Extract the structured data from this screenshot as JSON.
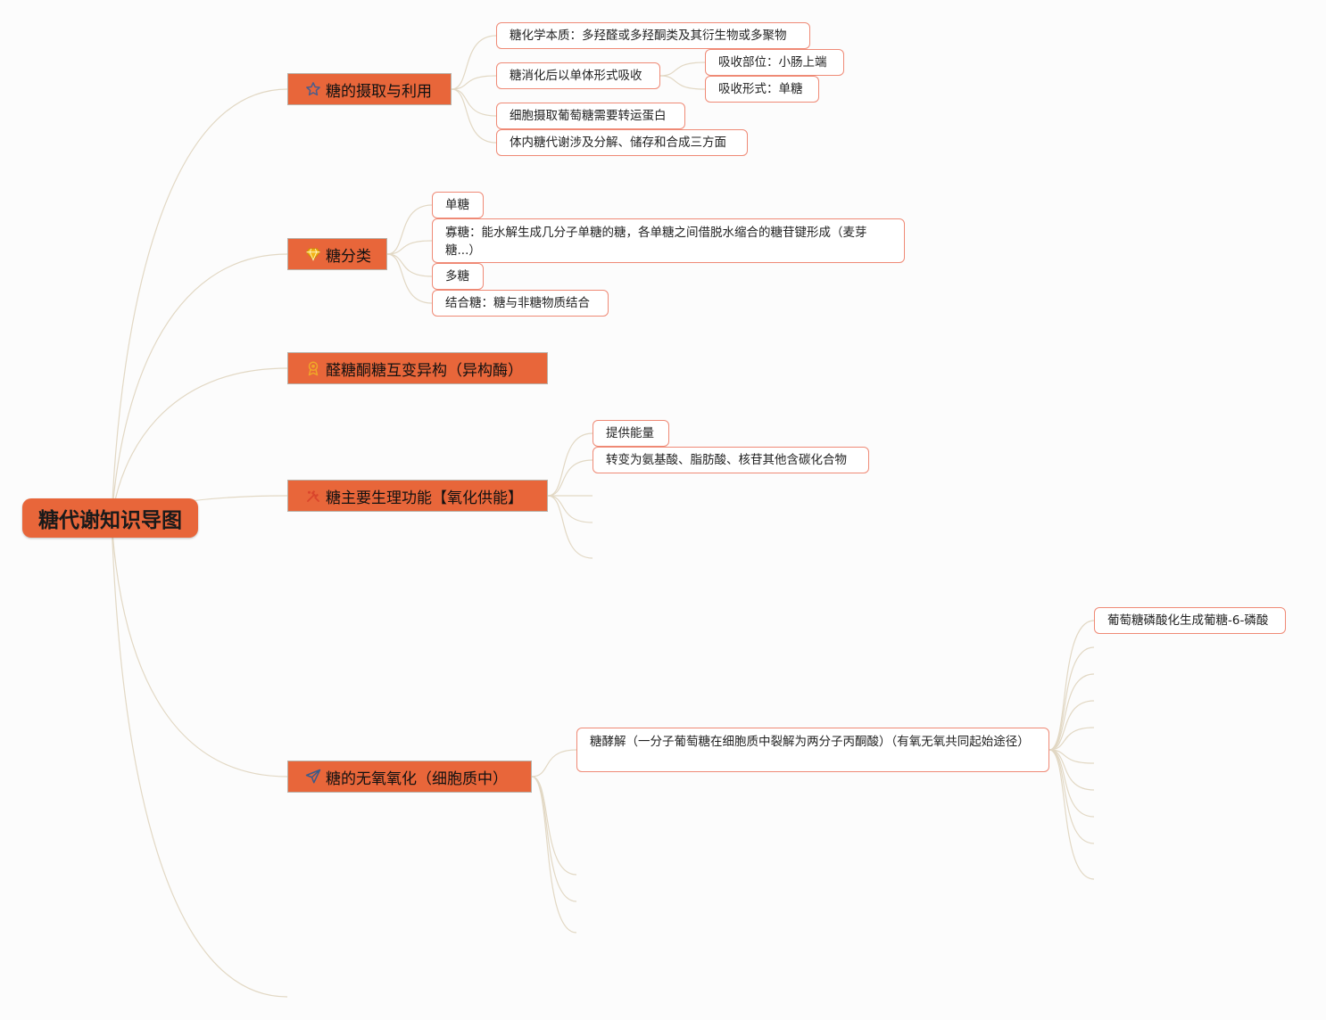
{
  "root": {
    "label": "糖代谢知识导图"
  },
  "branches": [
    {
      "label": "糖的摄取与利用",
      "icon": "star-icon",
      "children": [
        {
          "label": "糖化学本质：多羟醛或多羟酮类及其衍生物或多聚物"
        },
        {
          "label": "糖消化后以单体形式吸收",
          "children": [
            {
              "label": "吸收部位：小肠上端"
            },
            {
              "label": "吸收形式：单糖"
            }
          ]
        },
        {
          "label": "细胞摄取葡萄糖需要转运蛋白"
        },
        {
          "label": "体内糖代谢涉及分解、储存和合成三方面"
        }
      ]
    },
    {
      "label": "糖分类",
      "icon": "diamond-icon",
      "children": [
        {
          "label": "单糖"
        },
        {
          "label": "寡糖：能水解生成几分子单糖的糖，各单糖之间借脱水缩合的糖苷键形成（麦芽糖...）"
        },
        {
          "label": "多糖"
        },
        {
          "label": "结合糖：糖与非糖物质结合"
        }
      ]
    },
    {
      "label": "醛糖酮糖互变异构（异构酶）",
      "icon": "award-icon",
      "children": []
    },
    {
      "label": "糖主要生理功能【氧化供能】",
      "icon": "tools-icon",
      "children": [
        {
          "label": "提供能量"
        },
        {
          "label": "转变为氨基酸、脂肪酸、核苷其他含碳化合物"
        }
      ]
    },
    {
      "label": "糖的无氧氧化（细胞质中）",
      "icon": "paper-plane-icon",
      "children": [
        {
          "label": "糖酵解（一分子葡萄糖在细胞质中裂解为两分子丙酮酸）（有氧无氧共同起始途径）",
          "children": [
            {
              "label": "葡萄糖磷酸化生成葡糖-6-磷酸"
            }
          ]
        }
      ]
    }
  ],
  "colors": {
    "topic_fill": "#e8663a",
    "leaf_border": "#ef8a76",
    "link": "#e2d8c4",
    "star_icon": "#4a5d8c",
    "diamond_icon": "#f3b417",
    "award_icon": "#f0a728",
    "tools_icon": "#d9452c",
    "plane_icon": "#3b5b8a"
  }
}
